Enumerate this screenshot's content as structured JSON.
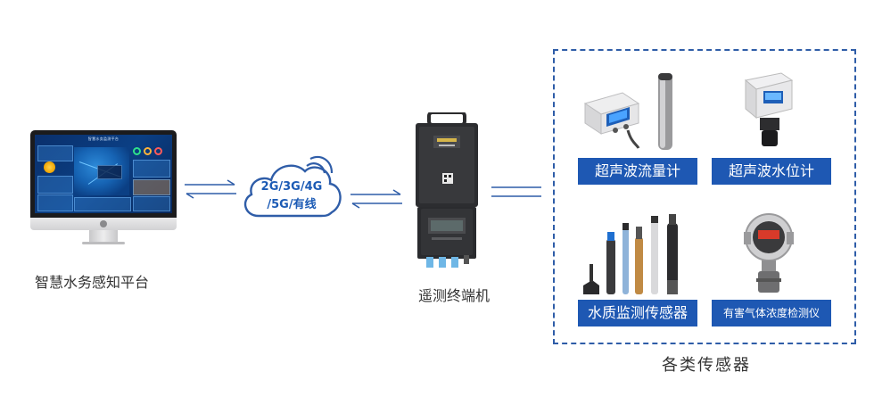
{
  "platform": {
    "label": "智慧水务感知平台",
    "screen_title": "智慧水务监测平台"
  },
  "network": {
    "line1": "2G/3G/4G",
    "line2": "/5G/有线"
  },
  "terminal": {
    "label": "遥测终端机"
  },
  "sensors": {
    "title": "各类传感器",
    "items": [
      {
        "label": "超声波流量计"
      },
      {
        "label": "超声波水位计"
      },
      {
        "label": "水质监测传感器"
      },
      {
        "label": "有害气体浓度检测仪"
      }
    ]
  },
  "colors": {
    "accent": "#1e58b3",
    "line": "#2f5da8",
    "text": "#333333"
  }
}
